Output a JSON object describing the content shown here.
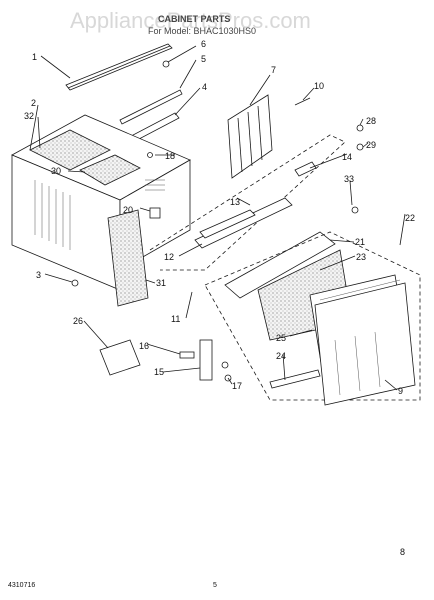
{
  "watermark": "AppliancePartsPros.com",
  "header": {
    "title": "CABINET PARTS",
    "subtitle": "For Model: BHAC1030HS0"
  },
  "footer": {
    "doc_number": "4310716",
    "page_number": "5"
  },
  "part_numbers": [
    "1",
    "2",
    "3",
    "4",
    "5",
    "6",
    "7",
    "8",
    "9",
    "10",
    "11",
    "12",
    "13",
    "14",
    "15",
    "16",
    "17",
    "18",
    "20",
    "21",
    "22",
    "23",
    "24",
    "25",
    "26",
    "28",
    "29",
    "30",
    "31",
    "32",
    "33"
  ]
}
